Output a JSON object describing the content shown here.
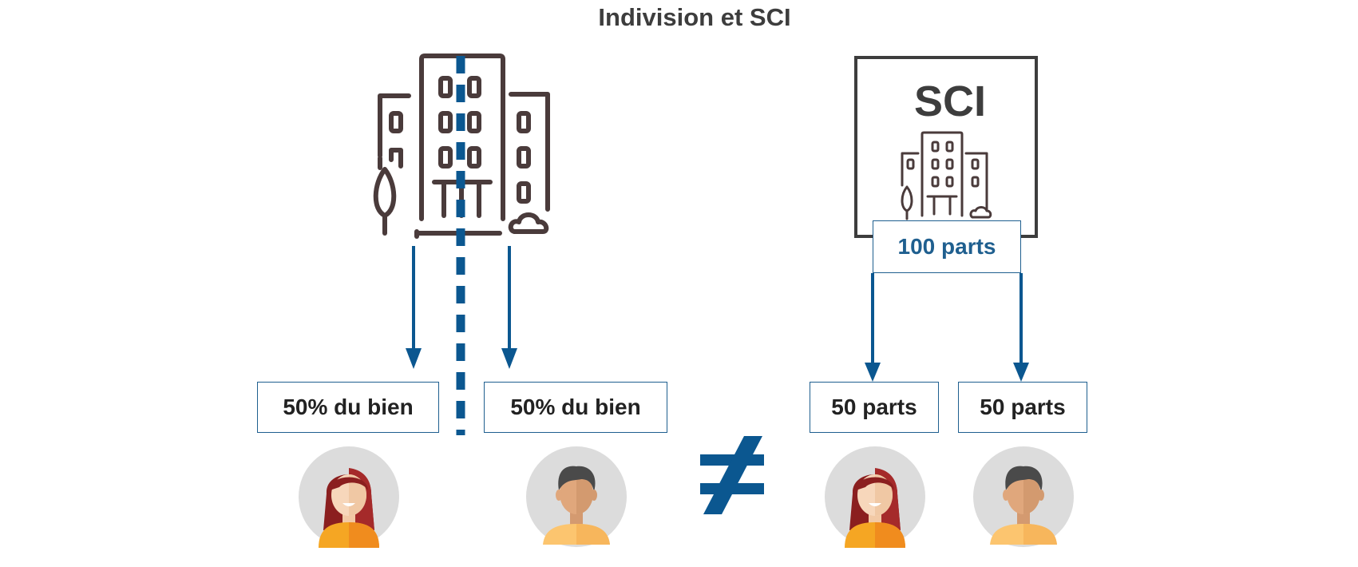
{
  "title": "Indivision et SCI",
  "indivision": {
    "shares": [
      {
        "label": "50% du bien"
      },
      {
        "label": "50% du bien"
      }
    ]
  },
  "sci": {
    "box_title": "SCI",
    "total_label": "100 parts",
    "shares": [
      {
        "label": "50 parts"
      },
      {
        "label": "50 parts"
      }
    ]
  },
  "not_equal_symbol": "≠",
  "icons": [
    "building-icon",
    "woman-avatar-icon",
    "man-avatar-icon",
    "not-equal-icon"
  ],
  "colors": {
    "accent": "#0b5790",
    "building_stroke": "#4a3b3b",
    "text": "#222222"
  }
}
